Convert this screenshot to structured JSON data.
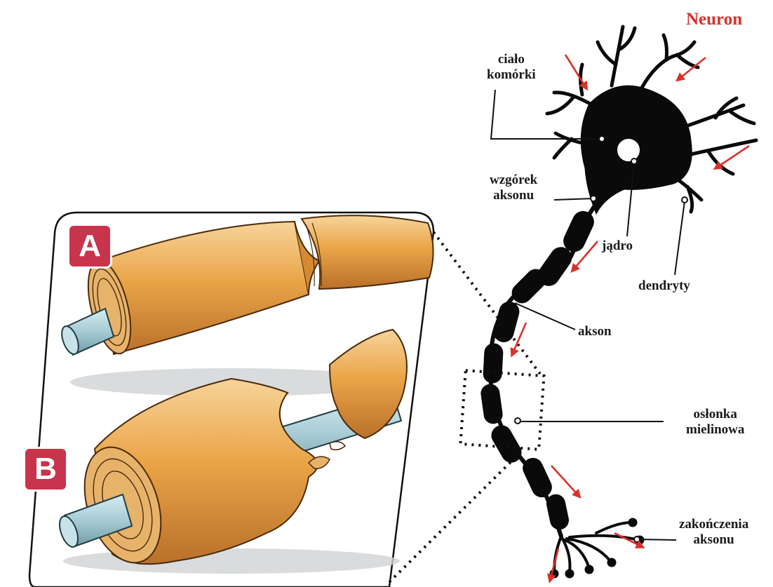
{
  "title": "Neuron",
  "panel": {
    "badge_a": "A",
    "badge_b": "B"
  },
  "labels": {
    "cell_body": [
      "ciało",
      "komórki"
    ],
    "axon_hillock": [
      "wzgórek",
      "aksonu"
    ],
    "nucleus": "jądro",
    "dendrites": "dendryty",
    "axon": "akson",
    "myelin_sheath": [
      "osłonka",
      "mielinowa"
    ],
    "axon_terminals": [
      "zakończenia",
      "aksonu"
    ]
  },
  "colors": {
    "title": "#d9312a",
    "neuron": "#0a0a0a",
    "arrow": "#d9312a",
    "myelin": "#e9a43c",
    "axon_core": "#a9cdd6",
    "badge": "#c8344c"
  },
  "icons": [
    "signal-arrow-icon"
  ]
}
